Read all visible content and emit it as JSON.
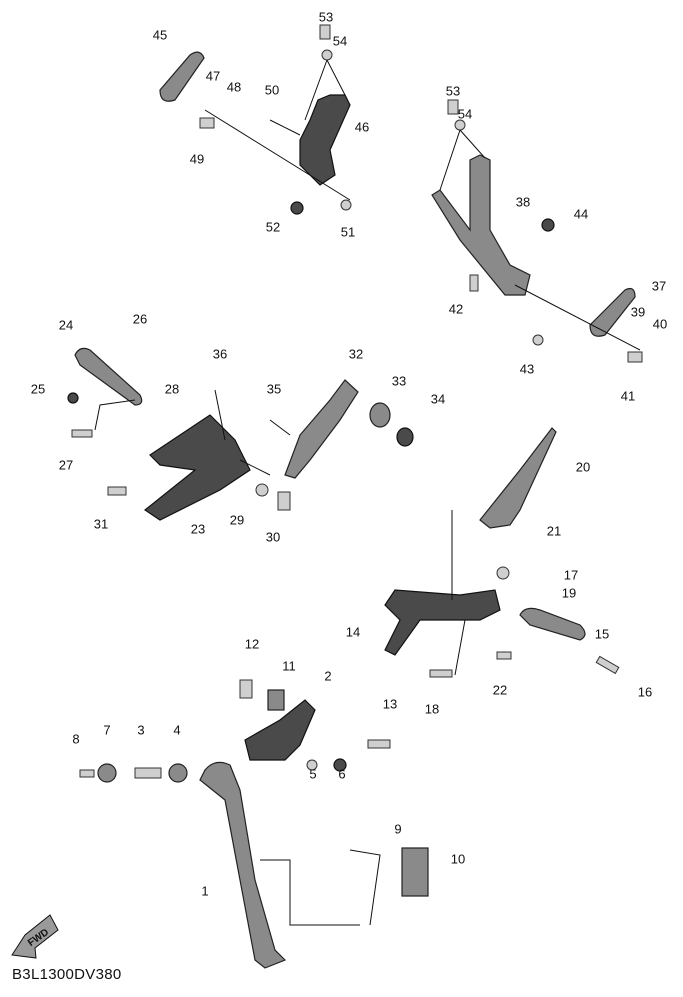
{
  "diagram_code": "B3L1300DV380",
  "fwd_label": "FWD",
  "callouts": {
    "c1": "1",
    "c2": "2",
    "c3": "3",
    "c4": "4",
    "c5": "5",
    "c6": "6",
    "c7": "7",
    "c8": "8",
    "c9": "9",
    "c10": "10",
    "c11": "11",
    "c12": "12",
    "c13": "13",
    "c14": "14",
    "c15": "15",
    "c16": "16",
    "c17": "17",
    "c18": "18",
    "c19": "19",
    "c20": "20",
    "c21": "21",
    "c22": "22",
    "c23": "23",
    "c24": "24",
    "c25": "25",
    "c26": "26",
    "c27": "27",
    "c28": "28",
    "c29": "29",
    "c30": "30",
    "c31": "31",
    "c32": "32",
    "c33": "33",
    "c34": "34",
    "c35": "35",
    "c36": "36",
    "c37": "37",
    "c38": "38",
    "c39": "39",
    "c40": "40",
    "c41": "41",
    "c42": "42",
    "c43": "43",
    "c44": "44",
    "c45": "45",
    "c46": "46",
    "c47": "47",
    "c48": "48",
    "c49": "49",
    "c50": "50",
    "c51": "51",
    "c52": "52",
    "c53a": "53",
    "c54a": "54",
    "c53b": "53",
    "c54b": "54"
  }
}
